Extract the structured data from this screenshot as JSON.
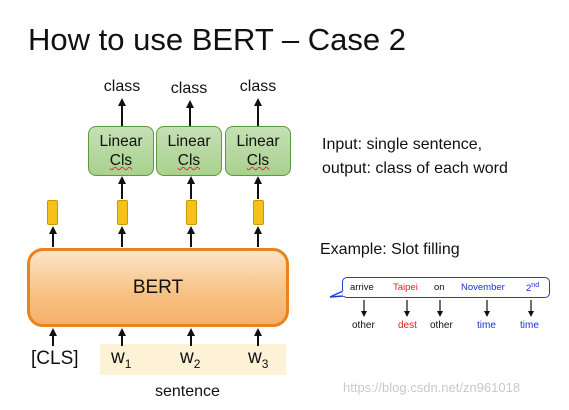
{
  "title": "How to use BERT – Case 2",
  "outputs": [
    {
      "class_label": "class",
      "linear_line1": "Linear",
      "linear_line2": "Cls"
    },
    {
      "class_label": "class",
      "linear_line1": "Linear",
      "linear_line2": "Cls"
    },
    {
      "class_label": "class",
      "linear_line1": "Linear",
      "linear_line2": "Cls"
    }
  ],
  "bert_label": "BERT",
  "cls_token": "[CLS]",
  "tokens": [
    {
      "base": "w",
      "sub": "1"
    },
    {
      "base": "w",
      "sub": "2"
    },
    {
      "base": "w",
      "sub": "3"
    }
  ],
  "sentence_label": "sentence",
  "description": {
    "line1": "Input: single sentence,",
    "line2": "output: class of each word"
  },
  "example": {
    "title": "Example: Slot filling",
    "words": [
      {
        "text": "arrive",
        "color": "#111111"
      },
      {
        "text": "Taipei",
        "color": "#e02020"
      },
      {
        "text": "on",
        "color": "#111111"
      },
      {
        "text": "November",
        "color": "#1a2fd6"
      },
      {
        "text": "2",
        "sup": "nd",
        "color": "#1a2fd6"
      }
    ],
    "tags": [
      {
        "text": "other",
        "color": "#111111"
      },
      {
        "text": "dest",
        "color": "#e02020"
      },
      {
        "text": "other",
        "color": "#111111"
      },
      {
        "text": "time",
        "color": "#1a2fd6"
      },
      {
        "text": "time",
        "color": "#1a2fd6"
      }
    ]
  },
  "watermark": "https://blog.csdn.net/zn961018",
  "colors": {
    "bert_border": "#e8831e",
    "linear_border": "#5c9a3e",
    "embedding": "#f6c21a",
    "bubble_border": "#1e3fd0"
  }
}
